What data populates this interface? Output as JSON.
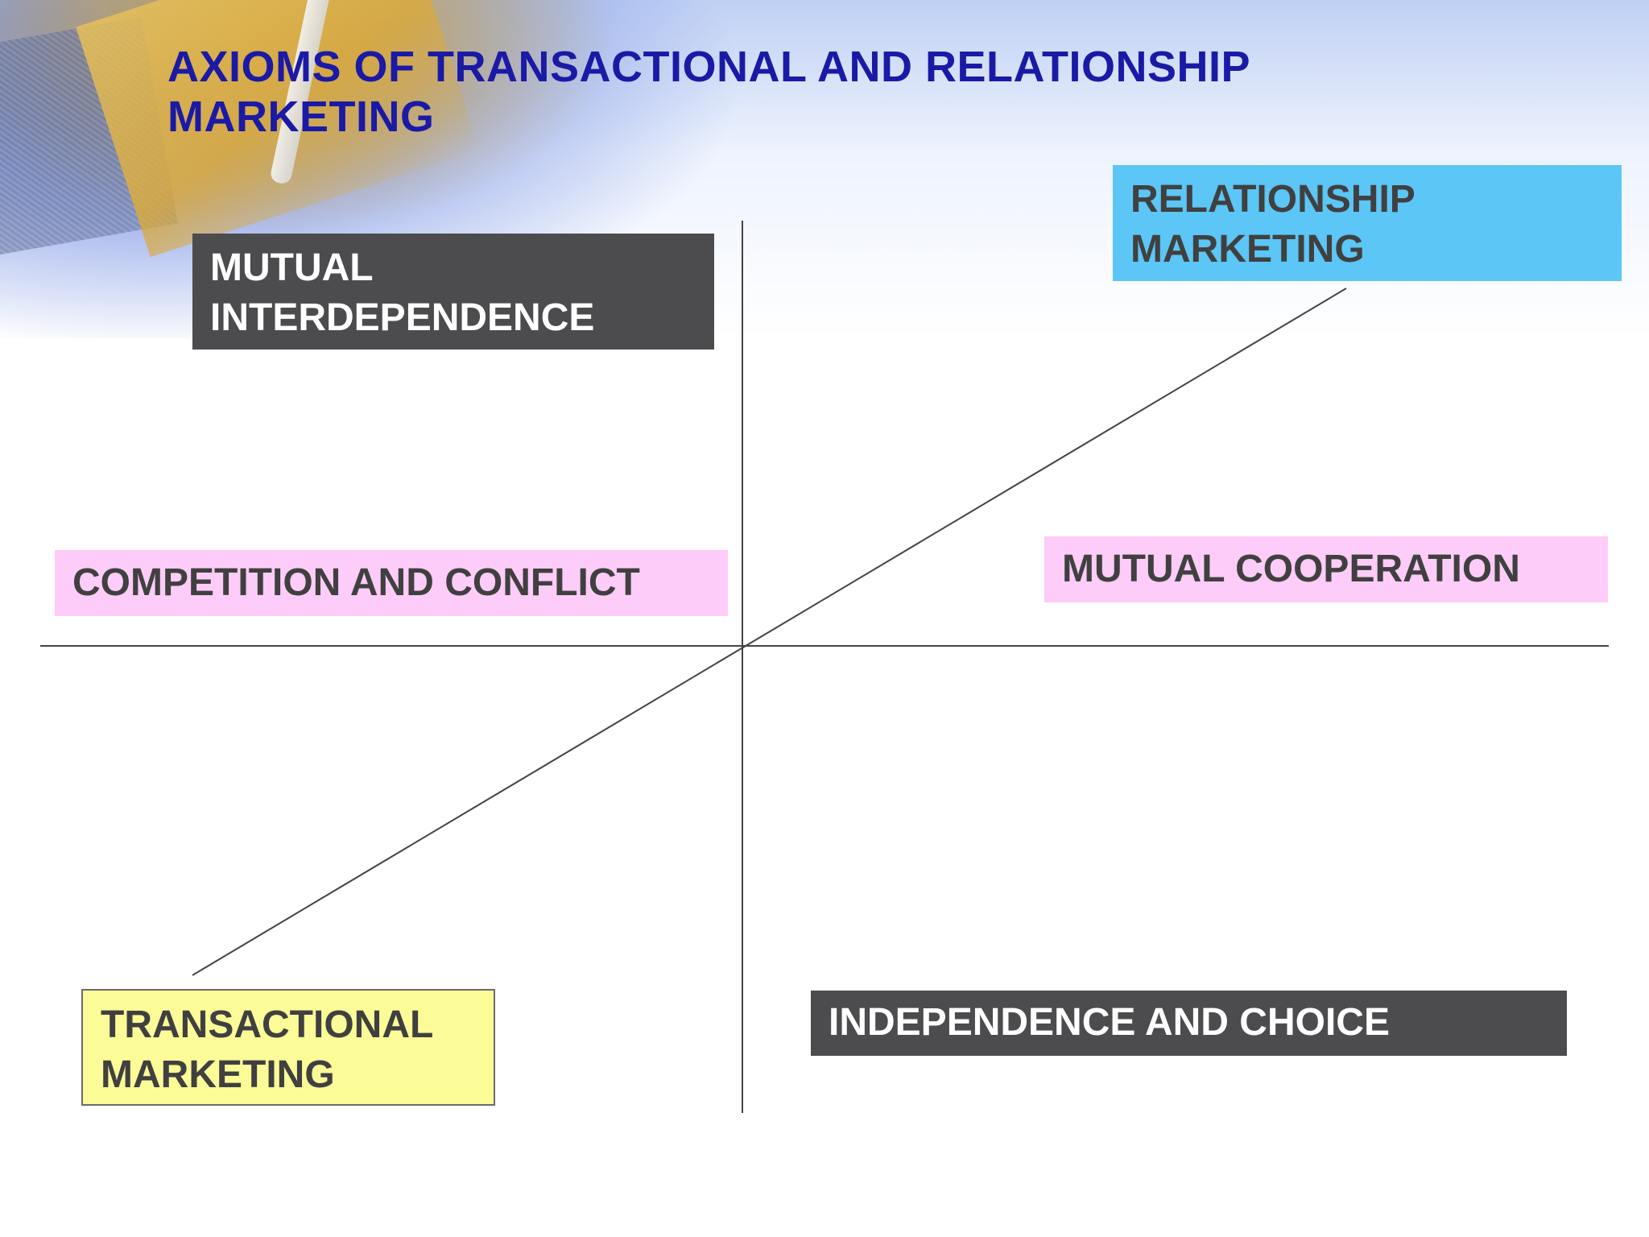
{
  "slide": {
    "title": "AXIOMS OF TRANSACTIONAL AND RELATIONSHIP MARKETING"
  },
  "labels": {
    "mutual_interdependence": "MUTUAL INTERDEPENDENCE",
    "relationship_marketing": "RELATIONSHIP MARKETING",
    "competition_and_conflict": "COMPETITION AND CONFLICT",
    "mutual_cooperation": "MUTUAL COOPERATION",
    "transactional_marketing": "TRANSACTIONAL MARKETING",
    "independence_and_choice": "INDEPENDENCE AND CHOICE"
  },
  "colors": {
    "title": "#1a1aa6",
    "dark_box": "#4c4b4e",
    "blue_box": "#5cc6f6",
    "pink_box": "#fdccf8",
    "yellow_box": "#fbfb98"
  }
}
